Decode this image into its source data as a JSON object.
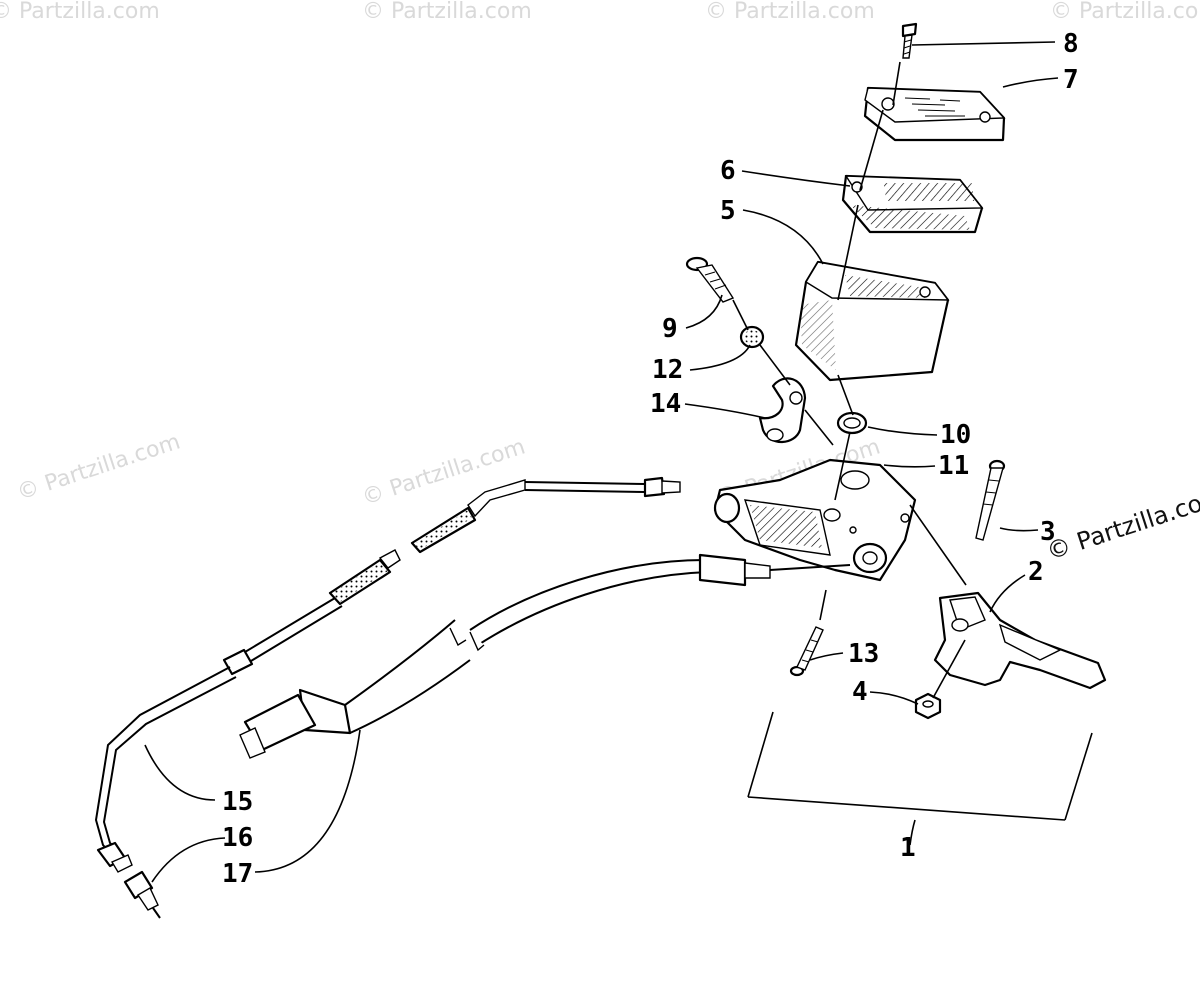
{
  "watermarks": {
    "faint_short": "© Partzilla.com",
    "dark": "© Partzilla.com",
    "right_edge": "Partzilla.co"
  },
  "callouts": {
    "c1": "1",
    "c2": "2",
    "c3": "3",
    "c4": "4",
    "c5": "5",
    "c6": "6",
    "c7": "7",
    "c8": "8",
    "c9": "9",
    "c10": "10",
    "c11": "11",
    "c12": "12",
    "c13": "13",
    "c14": "14",
    "c15": "15",
    "c16": "16",
    "c17": "17"
  },
  "colors": {
    "line": "#000000",
    "background": "#ffffff",
    "watermark": "#d9d9d9"
  }
}
